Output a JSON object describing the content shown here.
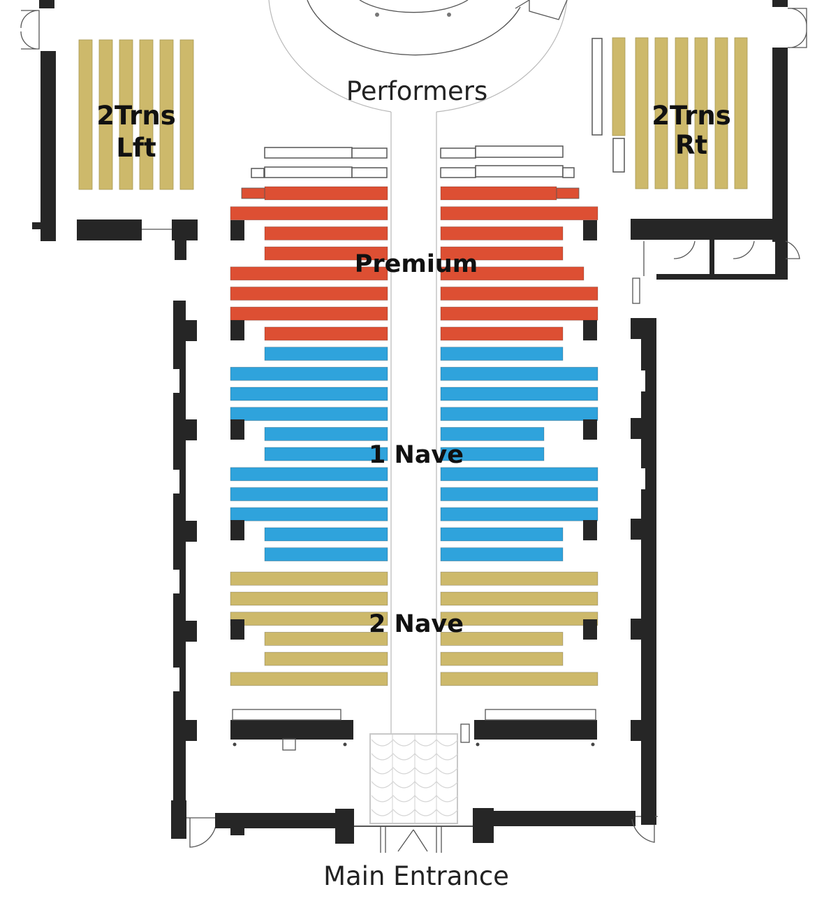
{
  "labels": {
    "performers": "Performers",
    "main_entrance": "Main Entrance",
    "transept_left_line1": "2Trns",
    "transept_left_line2": "Lft",
    "transept_right_line1": "2Trns",
    "transept_right_line2": "Rt",
    "premium": "Premium",
    "nave1": "1 Nave",
    "nave2": "2 Nave"
  },
  "colors": {
    "premium": "#dd4f33",
    "nave1": "#2fa3dc",
    "nave2": "#cdb96b",
    "transept": "#cdb96b",
    "wall": "#262626"
  },
  "sections": [
    {
      "id": "premium",
      "name": "Premium",
      "rows": [
        "long-with-ext",
        "long",
        "short",
        "short",
        "long",
        "long",
        "long",
        "short"
      ]
    },
    {
      "id": "nave1",
      "name": "1 Nave",
      "rows": [
        "short",
        "long",
        "long",
        "long",
        "short",
        "short",
        "long",
        "long",
        "long",
        "short",
        "short"
      ]
    },
    {
      "id": "nave2",
      "name": "2 Nave",
      "rows": [
        "long",
        "long",
        "long",
        "short",
        "short",
        "long"
      ]
    },
    {
      "id": "transept_left",
      "name": "2Trns Lft",
      "pews": 6
    },
    {
      "id": "transept_right",
      "name": "2Trns Rt",
      "pews": 7
    }
  ],
  "unsold_rows_front": 2
}
